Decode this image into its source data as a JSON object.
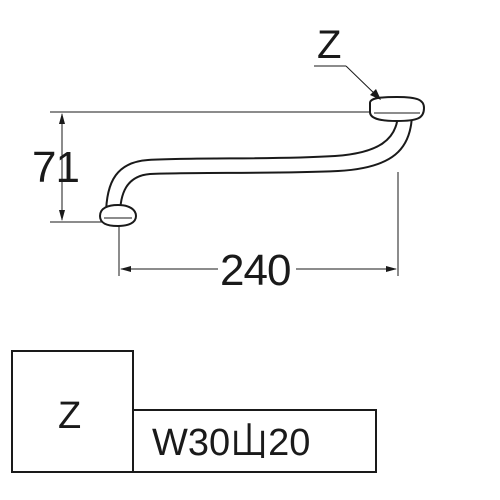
{
  "drawing": {
    "callout_label": "Z",
    "height_dimension": "71",
    "length_dimension": "240"
  },
  "table": {
    "key_cell": "Z",
    "thread_spec": "W30山20"
  },
  "colors": {
    "line": "#1a1a1a",
    "background": "#ffffff"
  }
}
